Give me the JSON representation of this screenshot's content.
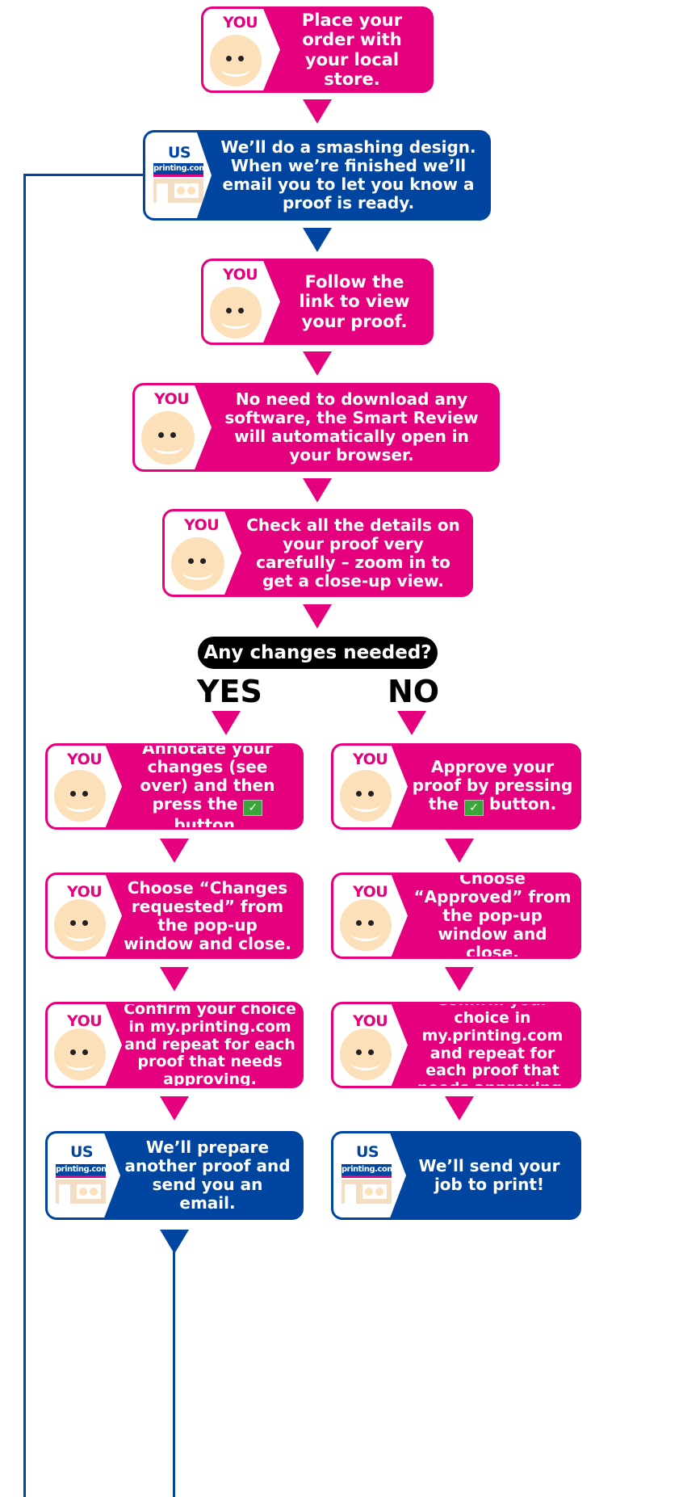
{
  "roles": {
    "you": "YOU",
    "us": "US",
    "logo_text": "printing.com"
  },
  "colors": {
    "you": "#e5007d",
    "us": "#0046a0"
  },
  "steps": {
    "s1": "Place your order with your local store.",
    "s2": "We’ll do a smashing design. When we’re finished we’ll email you to let you know a proof is ready.",
    "s3": "Follow the link to view your proof.",
    "s4": "No need to download any software, the Smart Review will automatically open in your browser.",
    "s5": "Check all the details on your proof very carefully – zoom in to get a close-up view."
  },
  "question": "Any changes needed?",
  "branches": {
    "yes": "YES",
    "no": "NO"
  },
  "yes": {
    "a1_pre": "Annotate your changes (see over) and then press the",
    "a1_post": "button.",
    "a2_pre": "Choose “",
    "a2_bold": "Changes requested",
    "a2_post": "” from the pop-up window and close.",
    "a3": "Confirm your choice in my.printing.com and repeat for each proof that needs approving.",
    "a4": "We’ll prepare another proof and send you an email."
  },
  "no": {
    "b1_pre": "Approve your proof by pressing the",
    "b1_post": "button.",
    "b2_pre": "Choose “",
    "b2_bold": "Approved",
    "b2_post": "” from the pop-up window and close.",
    "b3": "Confirm your choice in my.printing.com and repeat for each proof that needs approving.",
    "b4": "We’ll send your job to print!"
  },
  "tick_glyph": "✓"
}
